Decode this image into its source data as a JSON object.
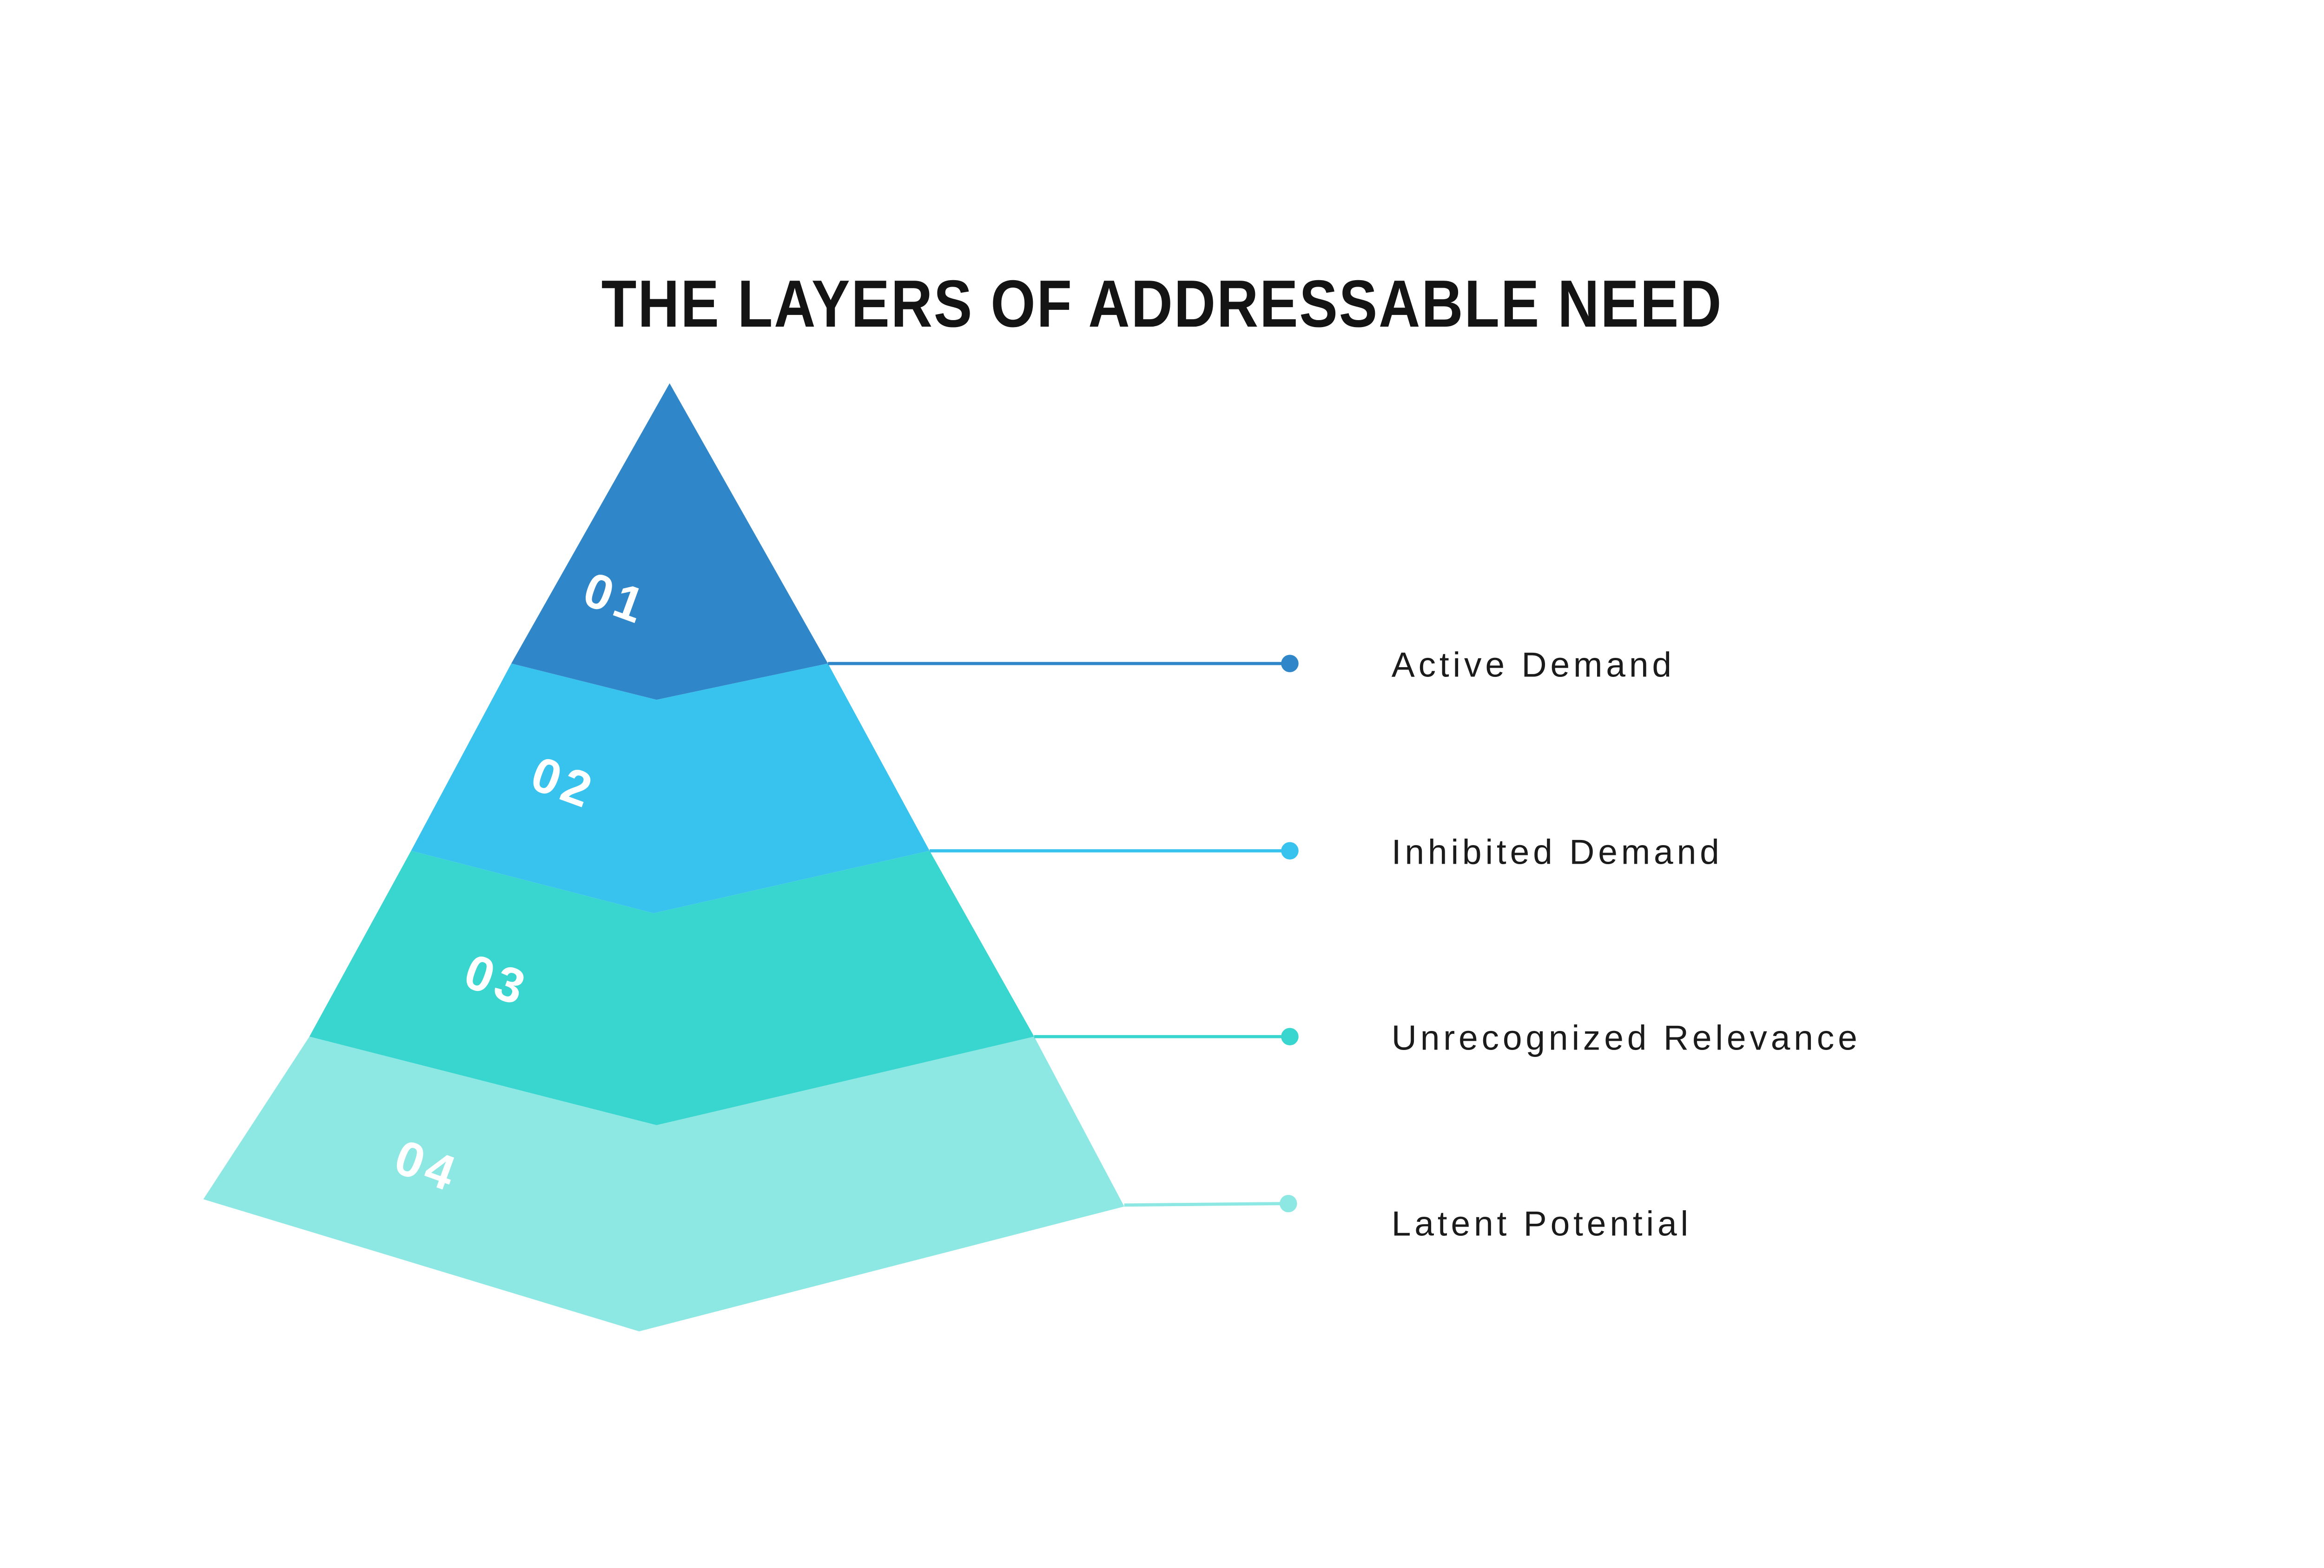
{
  "title": "THE LAYERS OF ADDRESSABLE NEED",
  "layers": [
    {
      "number": "01",
      "label": "Active Demand",
      "color": "#2F87C9"
    },
    {
      "number": "02",
      "label": "Inhibited Demand",
      "color": "#38C3EE"
    },
    {
      "number": "03",
      "label": "Unrecognized Relevance",
      "color": "#39D5CF"
    },
    {
      "number": "04",
      "label": "Latent Potential",
      "color": "#8DE8E4"
    }
  ],
  "chart_data": {
    "type": "pyramid",
    "title": "THE LAYERS OF ADDRESSABLE NEED",
    "levels": [
      {
        "rank": "01",
        "label": "Active Demand"
      },
      {
        "rank": "02",
        "label": "Inhibited Demand"
      },
      {
        "rank": "03",
        "label": "Unrecognized Relevance"
      },
      {
        "rank": "04",
        "label": "Latent Potential"
      }
    ],
    "legend_position": "right",
    "grid": false
  }
}
